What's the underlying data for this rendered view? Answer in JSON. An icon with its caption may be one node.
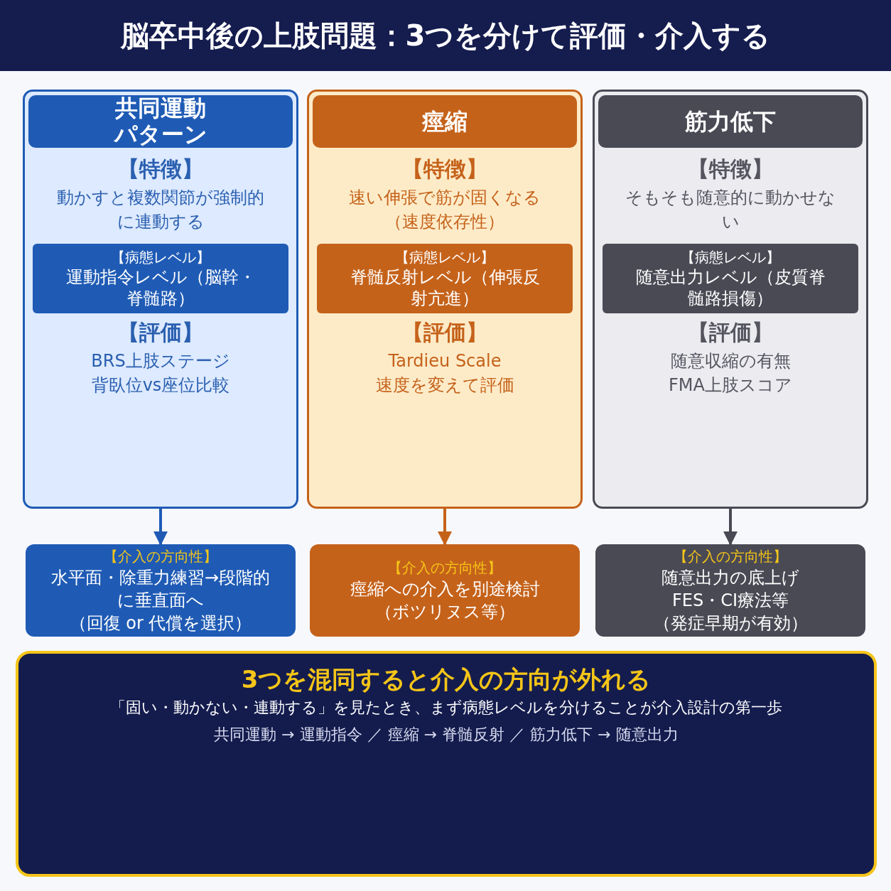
{
  "diagram": {
    "title": "脳卒中後の上肢問題：3つを分けて評価・介入する",
    "nodes": [
      {
        "text": [
          "【特徴】",
          "動かすと複数関節が強制的に連動する",
          "【評価】",
          "BRS上肢ステージ",
          "背臥位vs座位比較"
        ]
      },
      {
        "text": [
          "共同運動パターン"
        ],
        "in": 0
      },
      {
        "text": [
          "【病態レベル】",
          "運動指令レベル（脳幹・脊髄路）"
        ],
        "in": 0
      },
      {
        "text": [
          "【特徴】",
          "速い伸張で筋が固くなる（速度依存性）",
          "【評価】",
          "Tardieu Scale",
          "速度を変えて評価"
        ]
      },
      {
        "text": [
          "痙縮"
        ],
        "in": 3
      },
      {
        "text": [
          "【病態レベル】",
          "脊髄反射レベル（伸張反射亢進）"
        ],
        "in": 3
      },
      {
        "text": [
          "【特徴】",
          "そもそも随意的に動かせない",
          "【評価】",
          "随意収縮の有無",
          "FMA上肢スコア"
        ]
      },
      {
        "text": [
          "筋力低下"
        ],
        "in": 6
      },
      {
        "text": [
          "【病態レベル】",
          "随意出力レベル（皮質脊髄路損傷）"
        ],
        "in": 6
      },
      {
        "text": [
          "【介入の方向性】",
          "水平面・除重力練習→段階的に垂直面へ",
          "（回復 or 代償を選択）"
        ]
      },
      {
        "text": [
          "【介入の方向性】",
          "痙縮への介入を別途検討",
          "（ボツリヌス等）"
        ]
      },
      {
        "text": [
          "【介入の方向性】",
          "随意出力の底上げ",
          "FES・CI療法等",
          "（発症早期が有効）"
        ]
      },
      {
        "text": [
          "3つを混同すると介入の方向が外れる",
          "「固い・動かない・連動する」を見たとき、まず病態レベルを分けることが介入設計の第一歩",
          "共同運動 → 運動指令 ／ 痙縮 → 脊髄反射 ／ 筋力低下 → 随意出力"
        ]
      }
    ],
    "edges": [
      {
        "from": 0,
        "to": 9,
        "arrow": "to",
        "color": "#1f5bb5"
      },
      {
        "from": 3,
        "to": 10,
        "arrow": "to",
        "color": "#c5621a"
      },
      {
        "from": 6,
        "to": 11,
        "arrow": "to",
        "color": "#4a4a55"
      }
    ]
  }
}
